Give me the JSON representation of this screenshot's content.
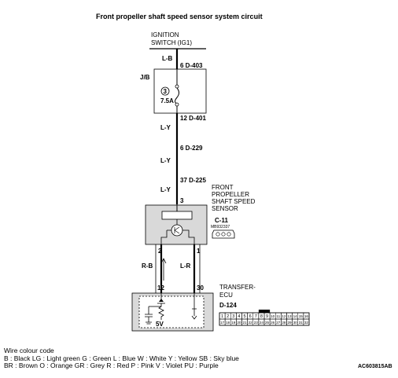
{
  "title": "Front propeller shaft speed sensor system circuit",
  "ignition": {
    "line1": "IGNITION",
    "line2": "SWITCH (IG1)"
  },
  "wires": {
    "w1": "L-B",
    "w2": "L-Y",
    "w3": "L-Y",
    "w4": "L-Y",
    "w5": "R-B",
    "w6": "L-R"
  },
  "connectors": {
    "c1": "6  D-403",
    "c2": "12  D-401",
    "c3": "6  D-229",
    "c4": "37  D-225"
  },
  "jb": {
    "label": "J/B",
    "fuse_no": "3",
    "fuse_rating": "7.5A"
  },
  "sensor": {
    "name_lines": [
      "FRONT",
      "PROPELLER",
      "SHAFT SPEED",
      "SENSOR"
    ],
    "pin_top": "3",
    "pin_left": "2",
    "pin_right": "1",
    "connector_id": "C-11",
    "part_no": "MB932337"
  },
  "ecu": {
    "name_lines": [
      "TRANSFER-",
      "ECU"
    ],
    "pin_left": "12",
    "pin_right": "30",
    "connector_id": "D-124",
    "voltage": "5V",
    "pins_row1": [
      "1",
      "2",
      "3",
      "4",
      "5",
      "6",
      "7",
      "8",
      "9",
      "10",
      "11",
      "12",
      "13",
      "14",
      "15",
      "16"
    ],
    "pins_row2": [
      "17",
      "18",
      "19",
      "20",
      "21",
      "22",
      "23",
      "24",
      "25",
      "26",
      "27",
      "28",
      "29",
      "30",
      "31",
      "32"
    ]
  },
  "legend": {
    "heading": "Wire colour code",
    "row1": "B : Black    LG : Light green    G : Green    L : Blue    W : White    Y : Yellow    SB : Sky blue",
    "row2": "BR : Brown    O : Orange    GR : Grey    R : Red    P : Pink    V : Violet    PU : Purple"
  },
  "figure_id": "AC603815AB"
}
